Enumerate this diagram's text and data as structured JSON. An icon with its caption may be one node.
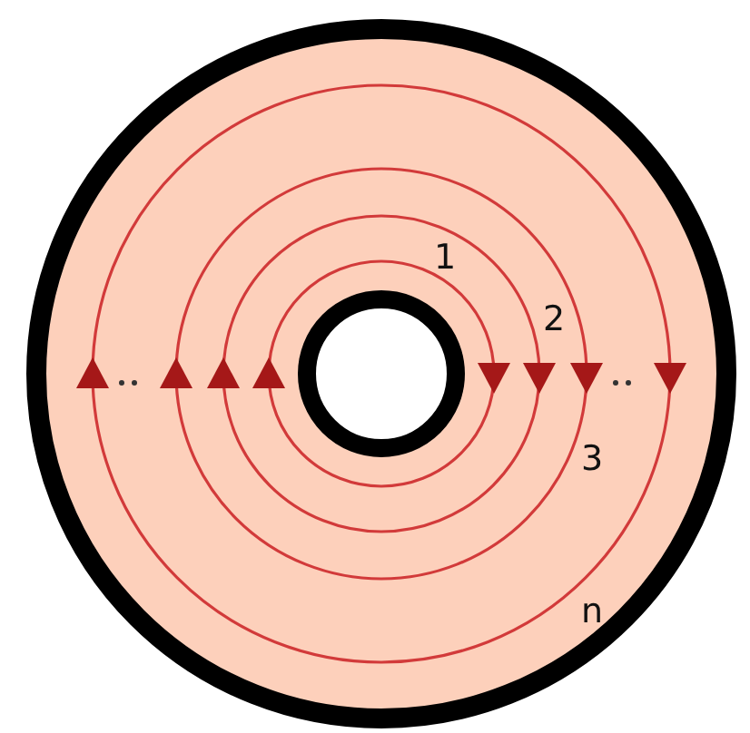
{
  "diagram": {
    "labels": [
      "1",
      "2",
      "3",
      "n"
    ]
  }
}
